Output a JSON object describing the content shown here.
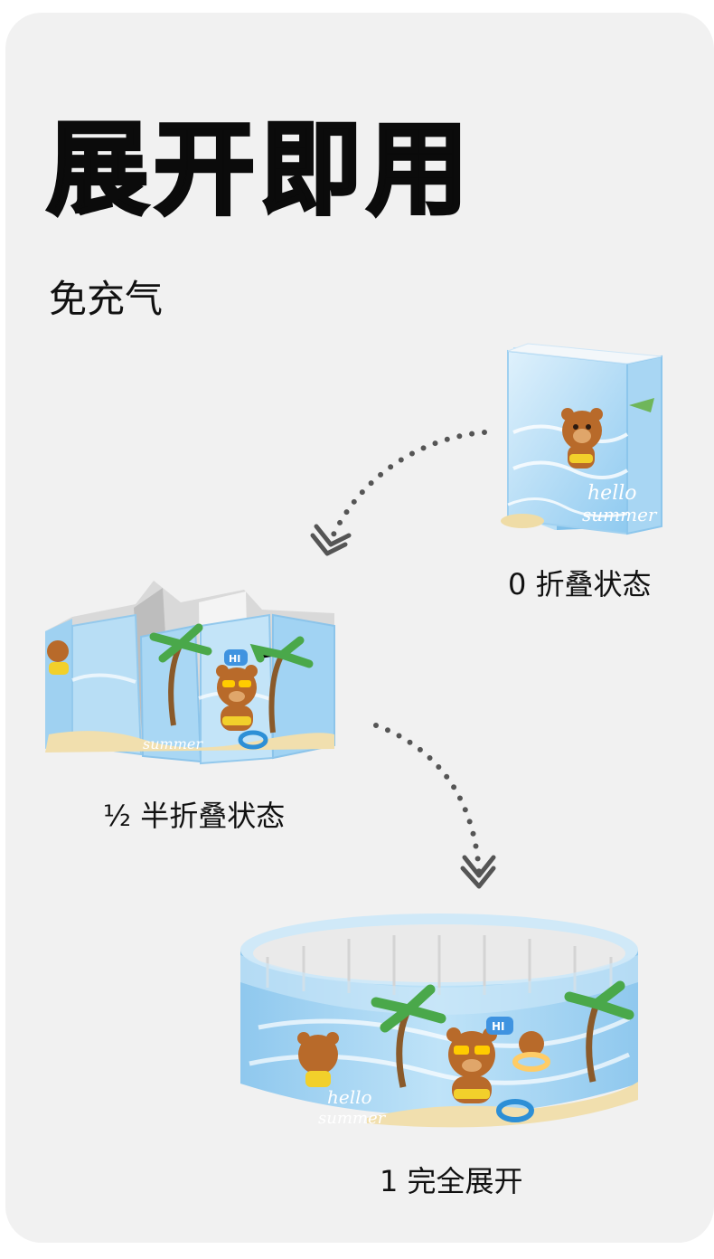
{
  "page": {
    "title": "展开即用",
    "subtitle": "免充气"
  },
  "states": [
    {
      "label": "0 折叠状态"
    },
    {
      "label": "½ 半折叠状态"
    },
    {
      "label": "1 完全展开"
    }
  ],
  "product_art": {
    "speech_bubble": "HI",
    "script_text_1": "hello",
    "script_text_2": "summer"
  },
  "colors": {
    "background": "#f1f1f1",
    "pool_blue": "#a9d7f4",
    "pool_light": "#e6f4fd",
    "sand": "#f1dfae",
    "inner_wall": "#e3e3e3",
    "text": "#111111"
  }
}
